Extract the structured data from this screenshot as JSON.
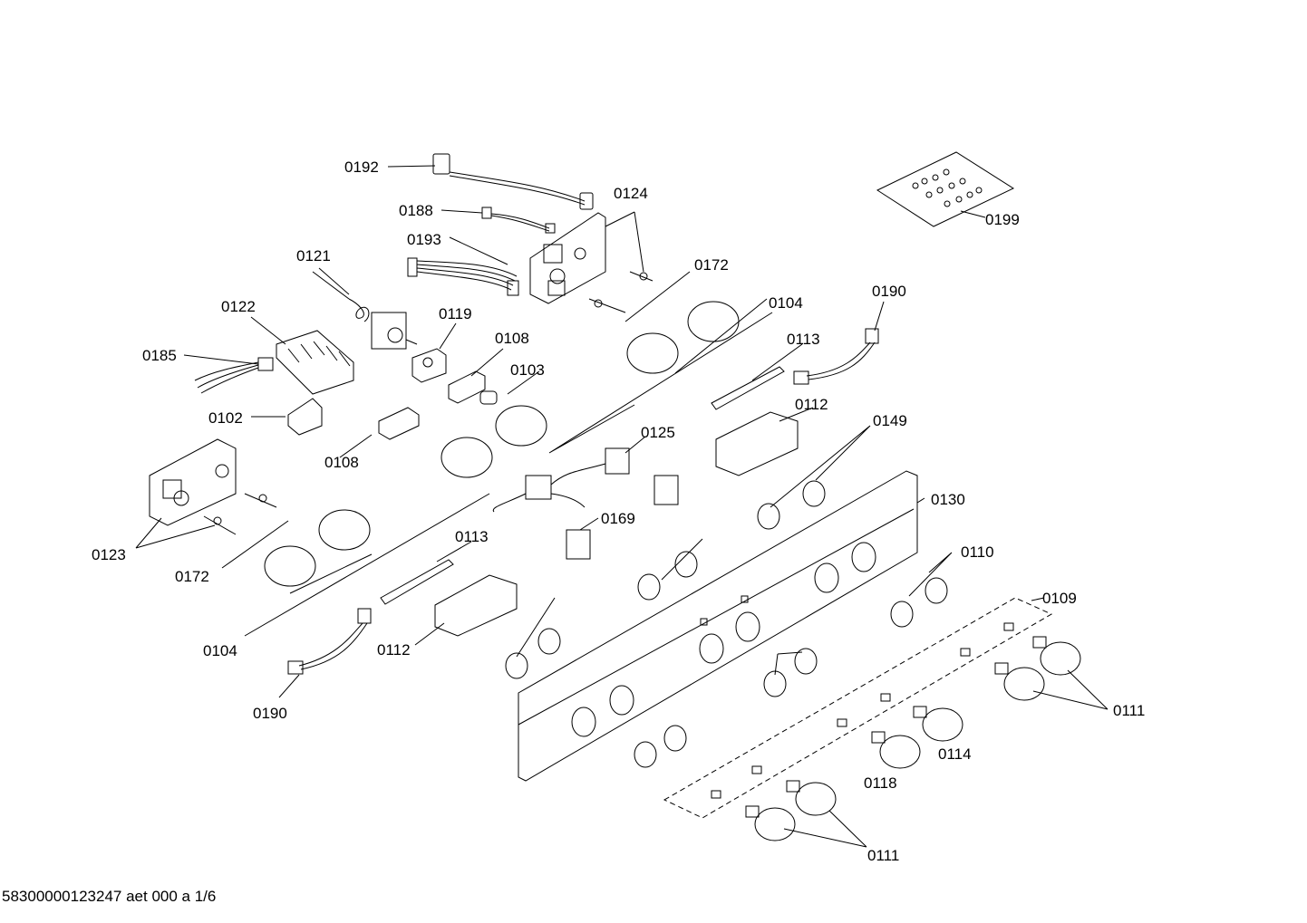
{
  "diagram": {
    "labels": {
      "p0192": "0192",
      "p0188": "0188",
      "p0124": "0124",
      "p0193": "0193",
      "p0121": "0121",
      "p0172a": "0172",
      "p0104a": "0104",
      "p0190a": "0190",
      "p0199": "0199",
      "p0122": "0122",
      "p0119": "0119",
      "p0108a": "0108",
      "p0185": "0185",
      "p0103": "0103",
      "p0113a": "0113",
      "p0102": "0102",
      "p0112a": "0112",
      "p0108b": "0108",
      "p0125": "0125",
      "p0149": "0149",
      "p0130": "0130",
      "p0169": "0169",
      "p0123": "0123",
      "p0172b": "0172",
      "p0113b": "0113",
      "p0110": "0110",
      "p0109": "0109",
      "p0104b": "0104",
      "p0112b": "0112",
      "p0111a": "0111",
      "p0190b": "0190",
      "p0114": "0114",
      "p0118": "0118",
      "p0111b": "0111"
    }
  },
  "footer": {
    "text": "58300000123247 aet 000 a 1/6"
  }
}
